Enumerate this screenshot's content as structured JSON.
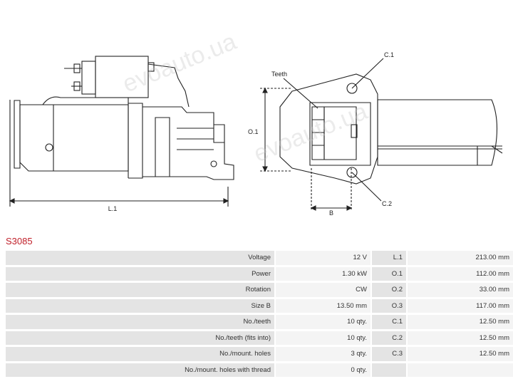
{
  "part_code": "S3085",
  "watermark": "evoauto.ua",
  "drawing": {
    "labels": {
      "l1": "L.1",
      "o1": "O.1",
      "c1": "C.1",
      "c2": "C.2",
      "teeth": "Teeth",
      "b": "B"
    }
  },
  "specs": {
    "rows": [
      {
        "label": "Voltage",
        "value": "12 V",
        "code": "L.1",
        "dim": "213.00 mm"
      },
      {
        "label": "Power",
        "value": "1.30 kW",
        "code": "O.1",
        "dim": "112.00 mm"
      },
      {
        "label": "Rotation",
        "value": "CW",
        "code": "O.2",
        "dim": "33.00 mm"
      },
      {
        "label": "Size B",
        "value": "13.50 mm",
        "code": "O.3",
        "dim": "117.00 mm"
      },
      {
        "label": "No./teeth",
        "value": "10 qty.",
        "code": "C.1",
        "dim": "12.50 mm"
      },
      {
        "label": "No./teeth (fits into)",
        "value": "10 qty.",
        "code": "C.2",
        "dim": "12.50 mm"
      },
      {
        "label": "No./mount. holes",
        "value": "3 qty.",
        "code": "C.3",
        "dim": "12.50 mm"
      },
      {
        "label": "No./mount. holes with thread",
        "value": "0 qty.",
        "code": "",
        "dim": ""
      }
    ]
  }
}
